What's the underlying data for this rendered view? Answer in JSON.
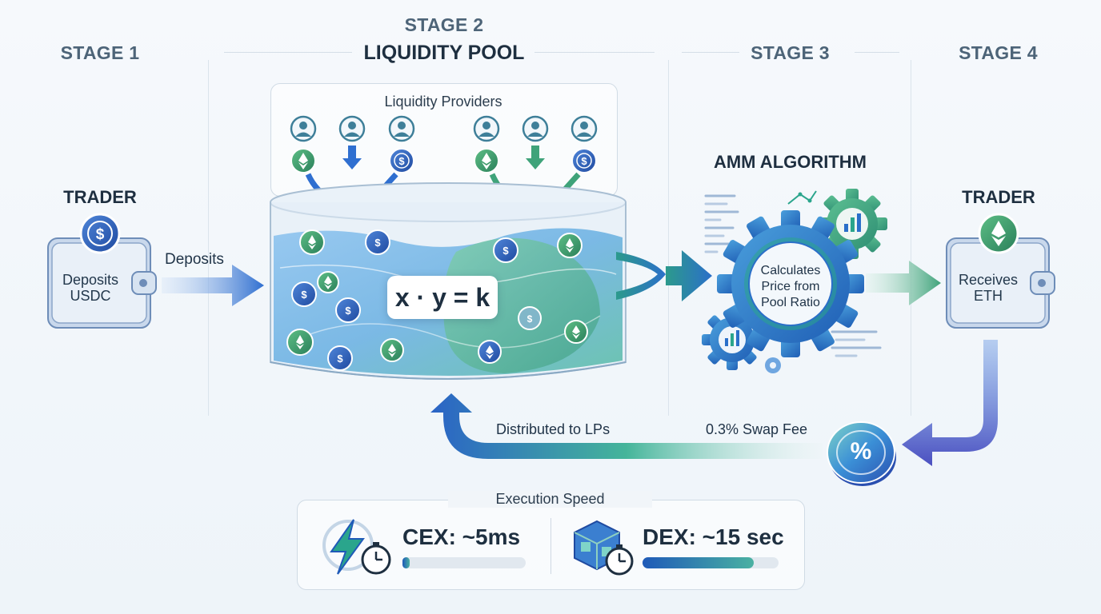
{
  "stages": {
    "s1": "STAGE 1",
    "s2_top": "STAGE 2",
    "s2_title": "LIQUIDITY POOL",
    "s3": "STAGE 3",
    "s4": "STAGE 4"
  },
  "trader_left": {
    "title": "TRADER",
    "wallet_text": "Deposits USDC",
    "arrow_label": "Deposits"
  },
  "pool": {
    "providers_label": "Liquidity Providers",
    "formula": "x · y = k"
  },
  "amm": {
    "title": "AMM ALGORITHM",
    "gear_text": "Calculates Price from Pool Ratio"
  },
  "trader_right": {
    "title": "TRADER",
    "wallet_text": "Receives ETH"
  },
  "fee": {
    "distributed_label": "Distributed to LPs",
    "fee_label": "0.3% Swap Fee",
    "badge": "%"
  },
  "speed": {
    "title": "Execution Speed",
    "cex_label": "CEX: ~5ms",
    "cex_progress": 0.06,
    "dex_label": "DEX: ~15 sec",
    "dex_progress": 0.82
  },
  "colors": {
    "blue": "#2f6fd0",
    "green": "#3fa37a",
    "teal": "#2ba3a0",
    "purple": "#5a63c9"
  },
  "icons": [
    "user-icon",
    "usdc-coin-icon",
    "eth-coin-icon",
    "down-arrow-icon",
    "gear-icon",
    "lightning-icon",
    "stopwatch-icon",
    "blockchain-cube-icon",
    "wallet-icon"
  ]
}
